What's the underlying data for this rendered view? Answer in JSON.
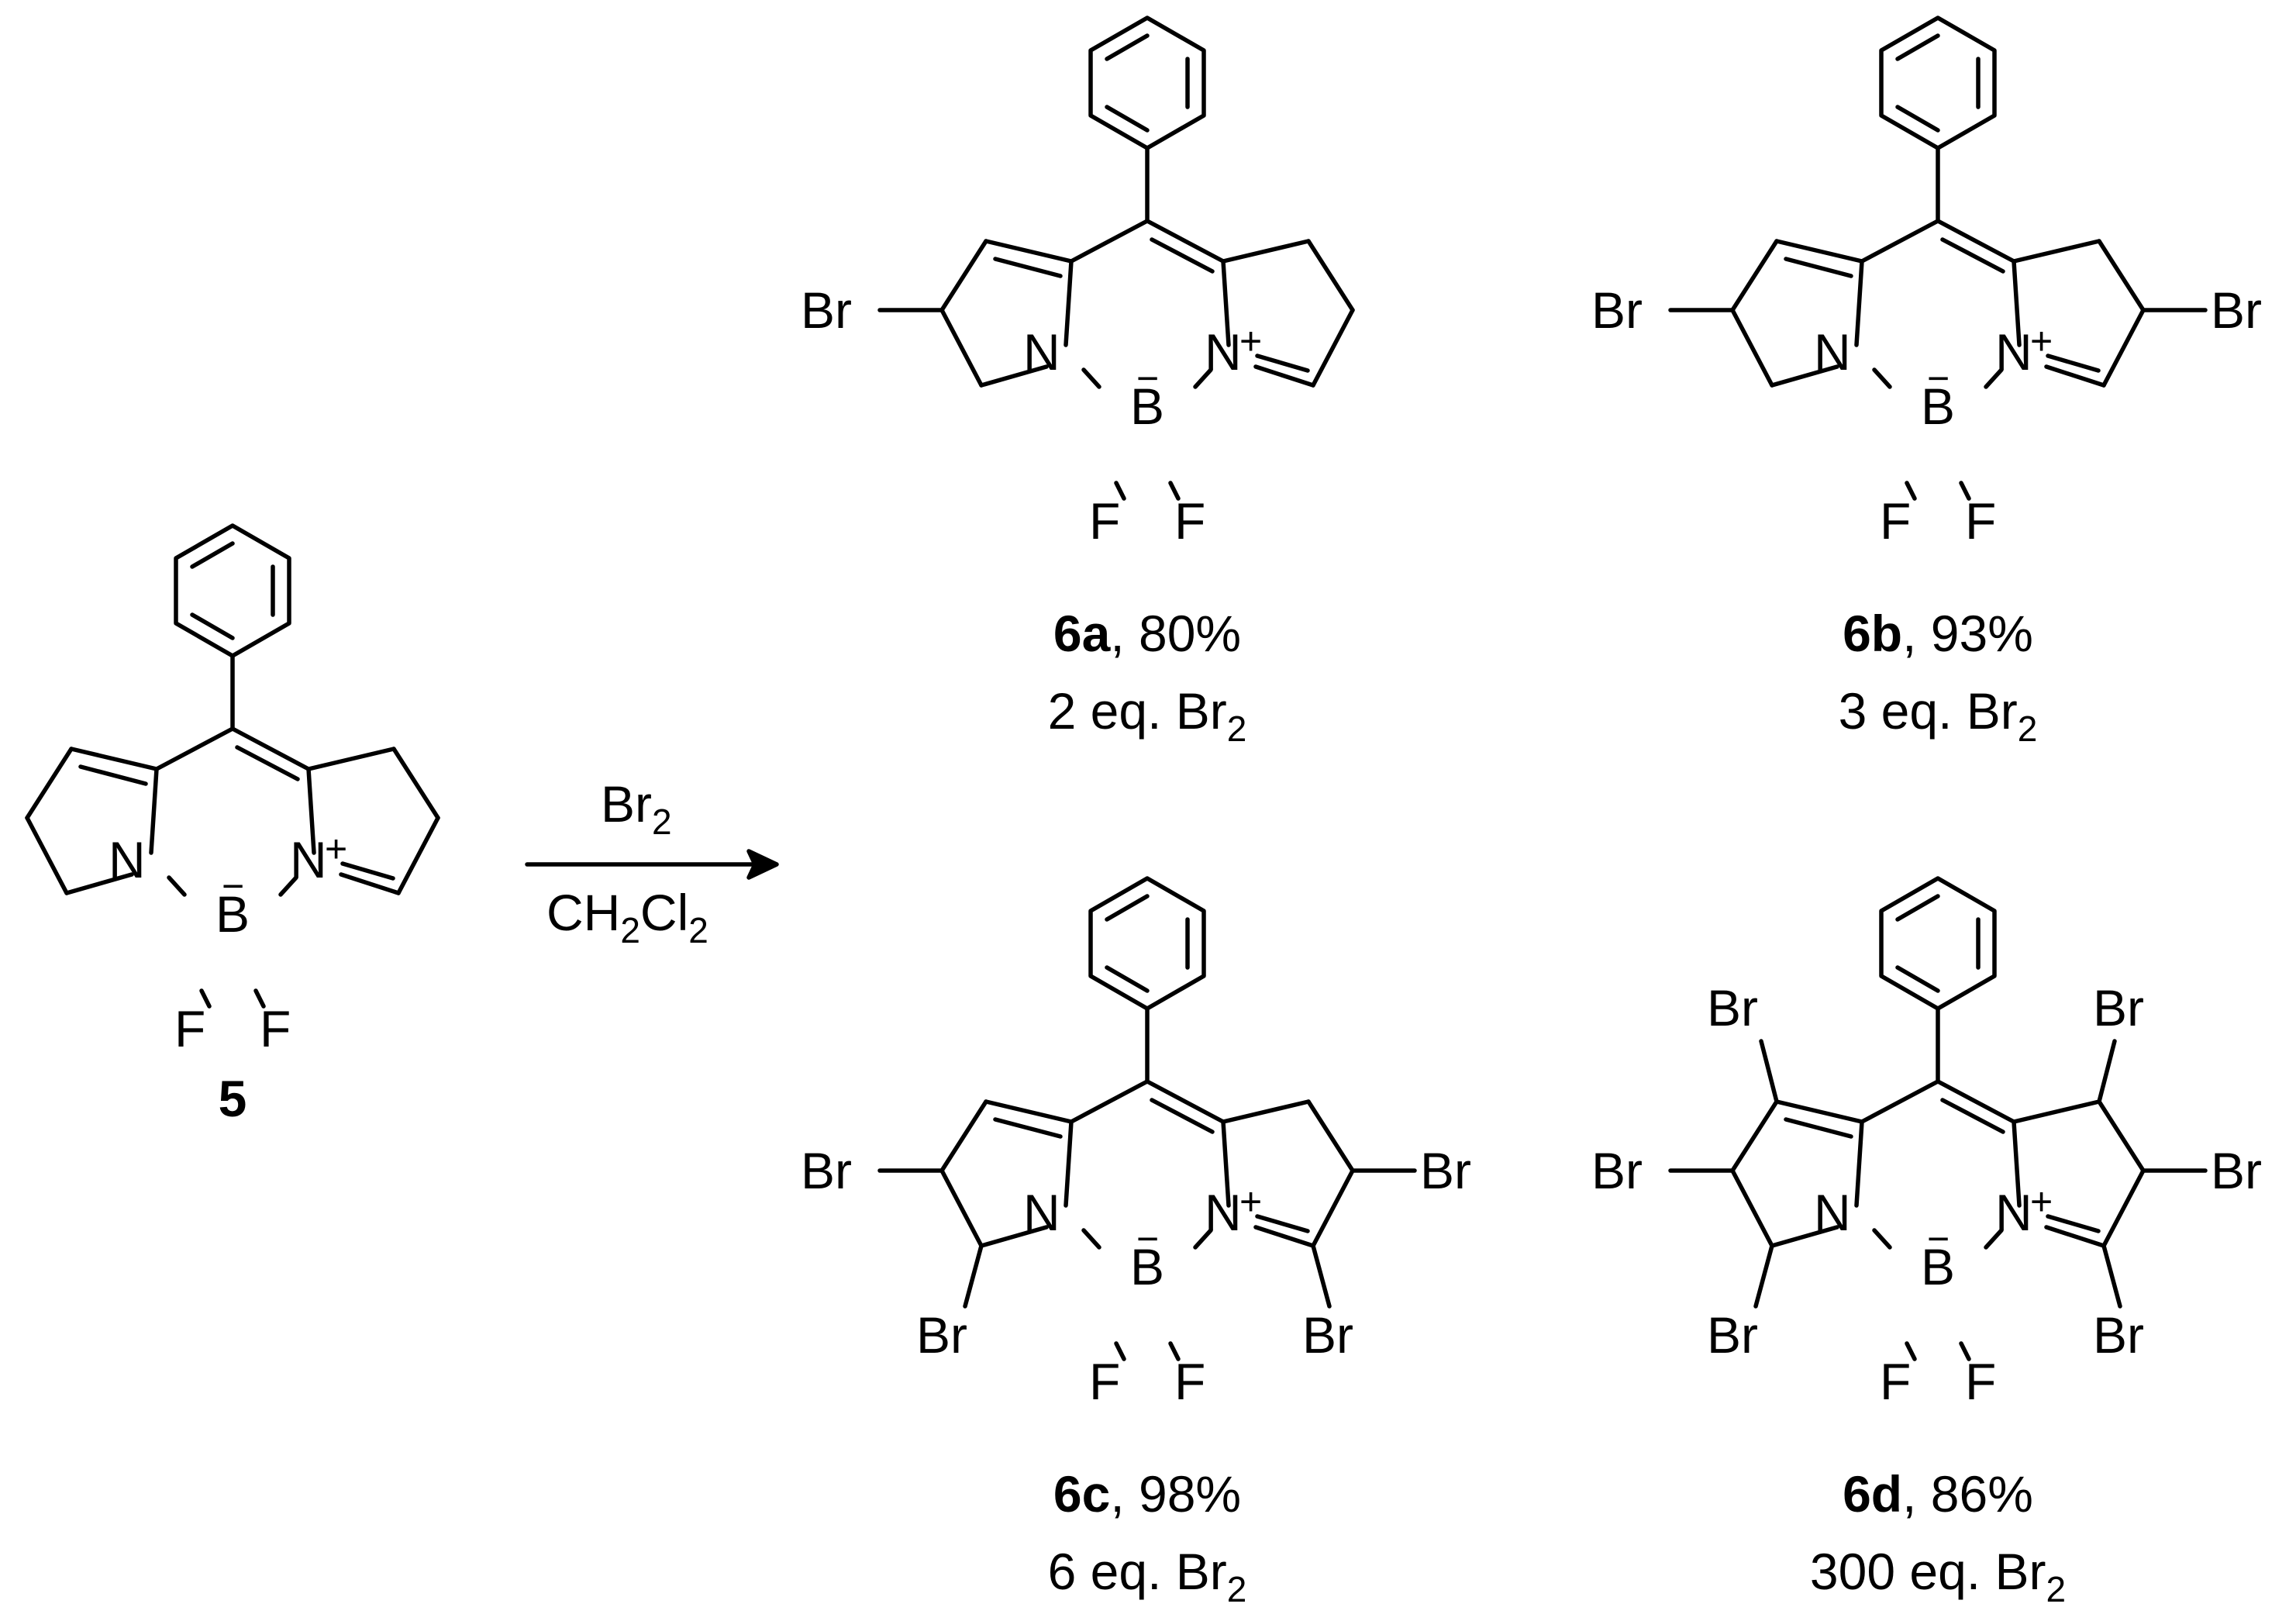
{
  "atoms": {
    "N": "N",
    "B": "B",
    "F": "F",
    "Br": "Br",
    "plus": "+",
    "minus": "−"
  },
  "reagent": {
    "top_main": "Br",
    "top_sub": "2",
    "bottom_p1": "CH",
    "bottom_sub1": "2",
    "bottom_p2": "Cl",
    "bottom_sub2": "2"
  },
  "compounds": [
    {
      "id": "5",
      "yield": "",
      "equiv": ""
    },
    {
      "id": "6a",
      "yield": ", 80%",
      "equiv": "2 eq. Br",
      "equiv_sub": "2"
    },
    {
      "id": "6b",
      "yield": ", 93%",
      "equiv": "3 eq. Br",
      "equiv_sub": "2"
    },
    {
      "id": "6c",
      "yield": ", 98%",
      "equiv": "6 eq. Br",
      "equiv_sub": "2"
    },
    {
      "id": "6d",
      "yield": ", 86%",
      "equiv": "300 eq. Br",
      "equiv_sub": "2"
    }
  ]
}
